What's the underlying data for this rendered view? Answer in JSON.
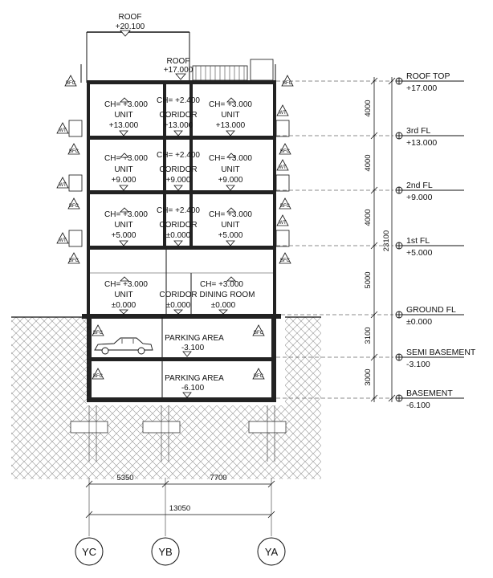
{
  "roof": {
    "label": "ROOF",
    "elevation": "+20.100"
  },
  "upper_roof": {
    "label": "ROOF",
    "elevation": "+17.000"
  },
  "rooms": [
    {
      "id": "3a",
      "ch": "CH= +3.000",
      "name": "UNIT",
      "elev": "+13.000"
    },
    {
      "id": "3b",
      "ch": "CH= +2.400",
      "name": "CORIDOR",
      "elev": "+13.000"
    },
    {
      "id": "3c",
      "ch": "CH= +3.000",
      "name": "UNIT",
      "elev": "+13.000"
    },
    {
      "id": "2a",
      "ch": "CH= +3.000",
      "name": "UNIT",
      "elev": "+9.000"
    },
    {
      "id": "2b",
      "ch": "CH= +2.400",
      "name": "CORIDOR",
      "elev": "+9.000"
    },
    {
      "id": "2c",
      "ch": "CH= +3.000",
      "name": "UNIT",
      "elev": "+9.000"
    },
    {
      "id": "1a",
      "ch": "CH= +3.000",
      "name": "UNIT",
      "elev": "+5.000"
    },
    {
      "id": "1b",
      "ch": "CH= +2.400",
      "name": "CORIDOR",
      "elev": "±0.000"
    },
    {
      "id": "1c",
      "ch": "CH= +3.000",
      "name": "UNIT",
      "elev": "+5.000"
    },
    {
      "id": "ga",
      "ch": "CH= +3.000",
      "name": "UNIT",
      "elev": "±0.000"
    },
    {
      "id": "gb",
      "ch": "",
      "name": "CORIDOR",
      "elev": "±0.000"
    },
    {
      "id": "gc",
      "ch": "CH= +3.000",
      "name": "DINING ROOM",
      "elev": "±0.000"
    }
  ],
  "parking": [
    {
      "name": "PARKING AREA",
      "elev": "-3.100"
    },
    {
      "name": "PARKING AREA",
      "elev": "-6.100"
    }
  ],
  "levels": [
    {
      "name": "ROOF TOP",
      "elev": "+17.000"
    },
    {
      "name": "3rd FL",
      "elev": "+13.000"
    },
    {
      "name": "2nd FL",
      "elev": "+9.000"
    },
    {
      "name": "1st FL",
      "elev": "+5.000"
    },
    {
      "name": "GROUND FL",
      "elev": "±0.000"
    },
    {
      "name": "SEMI BASEMENT",
      "elev": "-3.100"
    },
    {
      "name": "BASEMENT",
      "elev": "-6.100"
    }
  ],
  "level_dims": [
    "4000",
    "4000",
    "4000",
    "5000",
    "3100",
    "3000"
  ],
  "total_height": "23100",
  "bay_dims": [
    "5350",
    "7700"
  ],
  "overall_width": "13050",
  "grid_axes": [
    "YC",
    "YB",
    "YA"
  ],
  "tags": {
    "bfc": "BFC",
    "wt": "WT"
  }
}
